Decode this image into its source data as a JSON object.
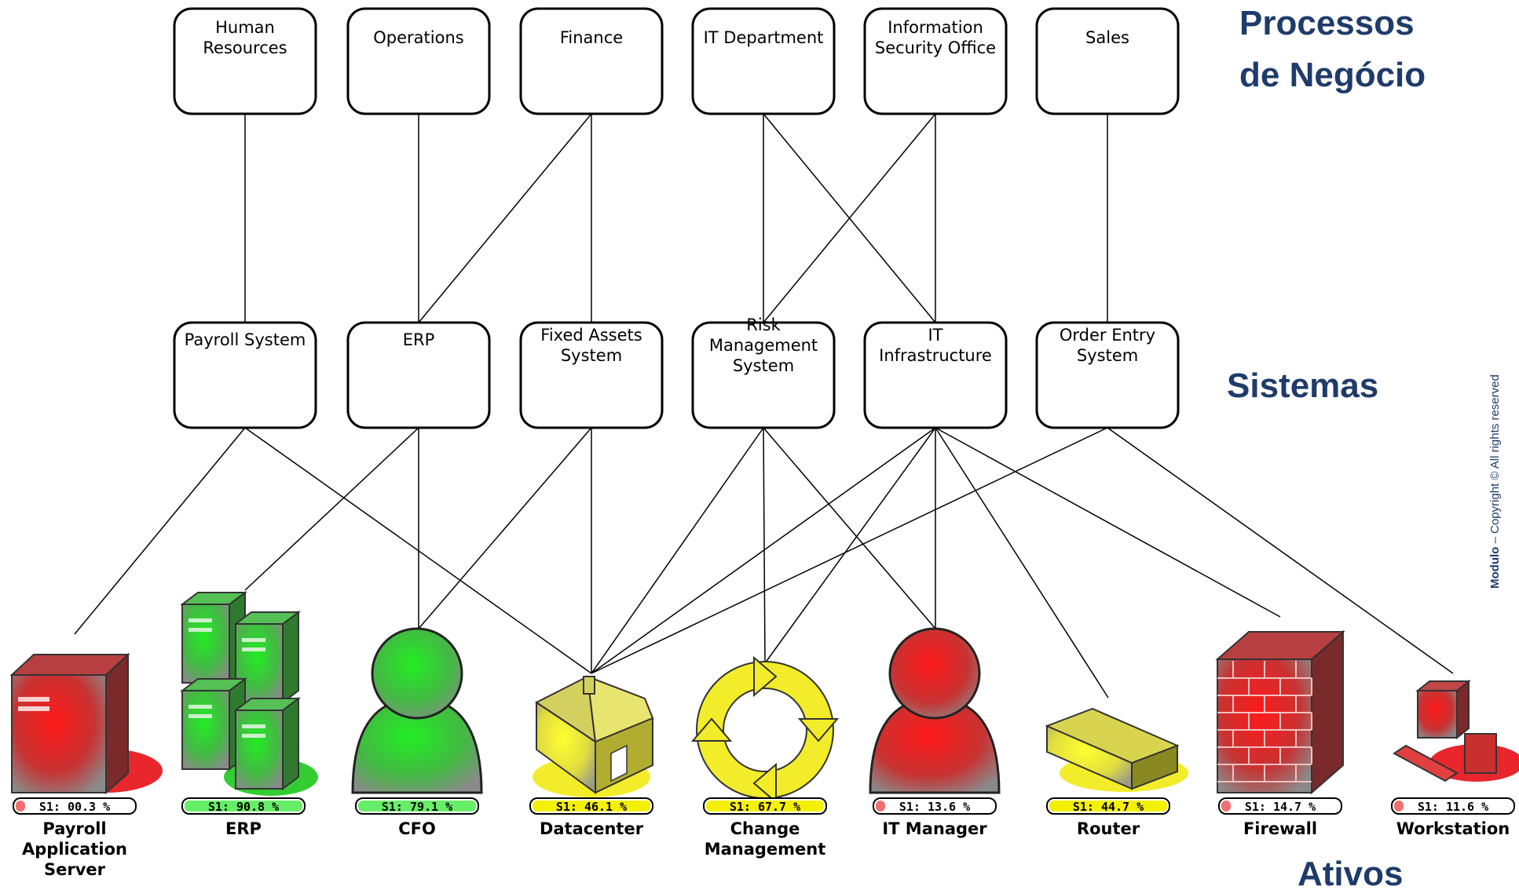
{
  "tiers": {
    "processes": [
      "Processos",
      "de Negócio"
    ],
    "systems": "Sistemas",
    "assets": "Ativos"
  },
  "copyright": {
    "brand": "Modulo",
    "rest": " – Copyright ©  All rights reserved"
  },
  "processes": [
    {
      "id": "p-hr",
      "lines": [
        "Human",
        "Resources"
      ]
    },
    {
      "id": "p-ops",
      "lines": [
        "Operations"
      ]
    },
    {
      "id": "p-fin",
      "lines": [
        "Finance"
      ]
    },
    {
      "id": "p-it",
      "lines": [
        "IT Department"
      ]
    },
    {
      "id": "p-iso",
      "lines": [
        "Information",
        "Security Office"
      ]
    },
    {
      "id": "p-sales",
      "lines": [
        "Sales"
      ]
    }
  ],
  "systems": [
    {
      "id": "s-payroll",
      "lines": [
        "Payroll System"
      ]
    },
    {
      "id": "s-erp",
      "lines": [
        "ERP"
      ]
    },
    {
      "id": "s-fixed",
      "lines": [
        "Fixed Assets",
        "System"
      ]
    },
    {
      "id": "s-risk",
      "lines": [
        "Risk",
        "Management",
        "System"
      ]
    },
    {
      "id": "s-itinfra",
      "lines": [
        "IT",
        "Infrastructure"
      ]
    },
    {
      "id": "s-order",
      "lines": [
        "Order Entry",
        "System"
      ]
    }
  ],
  "assets": [
    {
      "id": "a-payroll-server",
      "icon": "server-icon",
      "lines": [
        "Payroll",
        "Application",
        "Server"
      ],
      "score": "S1: 00.3 %",
      "status": "red"
    },
    {
      "id": "a-erp",
      "icon": "server-cluster-icon",
      "lines": [
        "ERP"
      ],
      "score": "S1: 90.8 %",
      "status": "green"
    },
    {
      "id": "a-cfo",
      "icon": "person-icon",
      "lines": [
        "CFO"
      ],
      "score": "S1: 79.1 %",
      "status": "green"
    },
    {
      "id": "a-datacenter",
      "icon": "building-icon",
      "lines": [
        "Datacenter"
      ],
      "score": "S1: 46.1 %",
      "status": "yellow"
    },
    {
      "id": "a-change",
      "icon": "cycle-icon",
      "lines": [
        "Change",
        "Management"
      ],
      "score": "S1: 67.7 %",
      "status": "yellow"
    },
    {
      "id": "a-itmanager",
      "icon": "person-icon",
      "lines": [
        "IT Manager"
      ],
      "score": "S1: 13.6 %",
      "status": "red"
    },
    {
      "id": "a-router",
      "icon": "router-icon",
      "lines": [
        "Router"
      ],
      "score": "S1: 44.7 %",
      "status": "yellow"
    },
    {
      "id": "a-firewall",
      "icon": "firewall-icon",
      "lines": [
        "Firewall"
      ],
      "score": "S1: 14.7 %",
      "status": "red"
    },
    {
      "id": "a-workstation",
      "icon": "workstation-icon",
      "lines": [
        "Workstation"
      ],
      "score": "S1: 11.6 %",
      "status": "red"
    }
  ],
  "links": [
    [
      "p-hr",
      "s-payroll"
    ],
    [
      "p-ops",
      "s-erp"
    ],
    [
      "p-fin",
      "s-erp"
    ],
    [
      "p-fin",
      "s-fixed"
    ],
    [
      "p-it",
      "s-risk"
    ],
    [
      "p-it",
      "s-itinfra"
    ],
    [
      "p-iso",
      "s-risk"
    ],
    [
      "p-iso",
      "s-itinfra"
    ],
    [
      "p-sales",
      "s-order"
    ],
    [
      "s-payroll",
      "a-payroll-server"
    ],
    [
      "s-payroll",
      "a-datacenter"
    ],
    [
      "s-erp",
      "a-erp"
    ],
    [
      "s-erp",
      "a-cfo"
    ],
    [
      "s-fixed",
      "a-cfo"
    ],
    [
      "s-fixed",
      "a-datacenter"
    ],
    [
      "s-risk",
      "a-datacenter"
    ],
    [
      "s-risk",
      "a-change"
    ],
    [
      "s-risk",
      "a-itmanager"
    ],
    [
      "s-itinfra",
      "a-datacenter"
    ],
    [
      "s-itinfra",
      "a-change"
    ],
    [
      "s-itinfra",
      "a-itmanager"
    ],
    [
      "s-itinfra",
      "a-router"
    ],
    [
      "s-itinfra",
      "a-firewall"
    ],
    [
      "s-order",
      "a-datacenter"
    ],
    [
      "s-order",
      "a-workstation"
    ]
  ],
  "status_colors": {
    "red": "#e8262b",
    "green": "#33cc33",
    "yellow": "#f2ec2a",
    "bar_red": "#f07070",
    "bar_green": "#66ee66",
    "bar_yellow": "#f4f000"
  }
}
